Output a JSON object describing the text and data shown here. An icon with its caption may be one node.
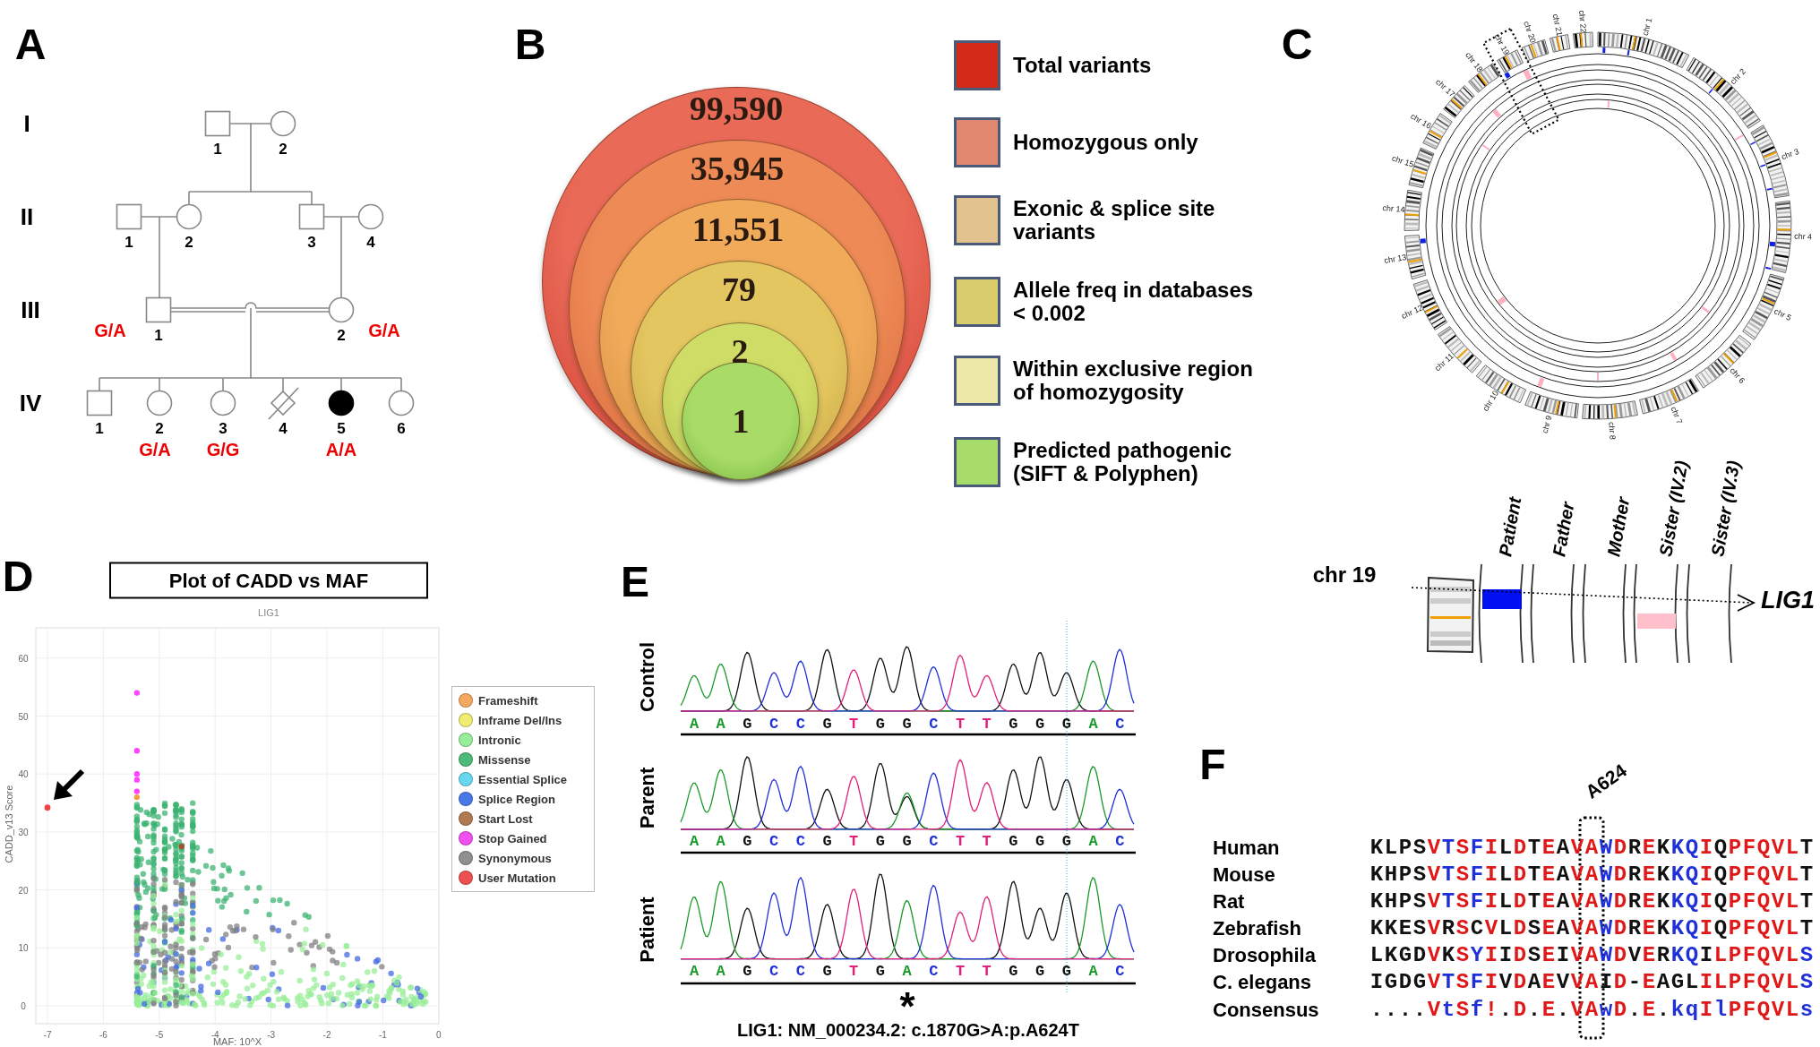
{
  "diagram": {
    "nodes": [
      {
        "text": [
          "99,590"
        ]
      },
      {
        "text": [
          "35,945"
        ],
        "in": 0
      },
      {
        "text": [
          "11,551"
        ],
        "in": 1
      },
      {
        "text": [
          "79"
        ],
        "in": 2
      },
      {
        "text": [
          "2"
        ],
        "in": 3
      },
      {
        "text": [
          "1"
        ],
        "in": 4
      }
    ],
    "labels": [
      "A",
      "I",
      "II",
      "III",
      "IV",
      "1",
      "2",
      "1",
      "2",
      "3",
      "4",
      "G/A",
      "1",
      "2",
      "G/A",
      "1",
      "2",
      "3",
      "4",
      "5",
      "6",
      "G/A",
      "G/G",
      "A/A",
      "B",
      "C",
      "chr 1",
      "chr 2",
      "chr 3",
      "chr 4",
      "chr 5",
      "chr 6",
      "chr 7",
      "chr 9",
      "chr 8",
      "chr 10",
      "chr 11",
      "chr 12",
      "chr 13",
      "chr 14",
      "chr 15",
      "chr 16",
      "chr 17",
      "chr 18",
      "chr 19",
      "chr 20",
      "chr 21",
      "chr 22",
      "chr 19",
      "Patient",
      "Father",
      "Mother",
      "Sister (IV.2)",
      "Sister (IV.3)",
      "LIG1",
      "D",
      "Plot of CADD vs MAF",
      "LIG1",
      "0",
      "10",
      "20",
      "30",
      "40",
      "50",
      "60",
      "-7",
      "-6",
      "-5",
      "-4",
      "-3",
      "-2",
      "-1",
      "0",
      "CADD_v13 Score",
      "MAF: 10^X",
      "E",
      "Control",
      "A A G C C G T G G C T T G G G A C",
      "Parent",
      "A A G C C G T G G C T T G G G A C",
      "Patient",
      "A A G C C G T G A C T T G G G A C",
      "*",
      "LIG1: NM_000234.2: c.1870G>A:p.A624T",
      "F",
      "A624",
      "Human",
      "KLPSVTSFILDTEAVAWDREKKQIQPFQVLT",
      "Mouse",
      "KHPSVTSFILDTEAVAWDREKKQIQPFQVLT",
      "Rat",
      "KHPSVTSFILDTEAVAWDREKKQIQPFQVLT",
      "Zebrafish",
      "KKESVRSCVLDSEAVAWDREKKQIQPFQVLT",
      "Drosophila",
      "LKGDVKSYIIDSEIVAWDVERKQILPFQVLS",
      "C. elegans",
      "IGDGVTSFIVDAEVVAID-EAGLILPFQVLS",
      "Consensus",
      "....VtSf!.D.E.VAwD.E.kqIlPFQVLs"
    ],
    "legend": [
      {
        "text": "Total variants",
        "color": "#d42a1a"
      },
      {
        "text": "Homozygous only",
        "color": "#e08870"
      },
      {
        "text": "Exonic & splice site variants",
        "color": "#e2c28e"
      },
      {
        "text": "Allele freq in databases < 0.002",
        "color": "#d8cc6c"
      },
      {
        "text": "Within exclusive region of homozygosity",
        "color": "#ece9a8"
      },
      {
        "text": "Predicted pathogenic (SIFT & Polyphen)",
        "color": "#a8dc6a"
      },
      {
        "text": "Frameshift",
        "color": "#f4a860"
      },
      {
        "text": "Inframe Del/Ins",
        "color": "#f0ee70"
      },
      {
        "text": "Intronic",
        "color": "#98ee98"
      },
      {
        "text": "Missense",
        "color": "#4cbb7a"
      },
      {
        "text": "Essential Splice",
        "color": "#68d8f0"
      },
      {
        "text": "Splice Region",
        "color": "#4a78e8"
      },
      {
        "text": "Start Lost",
        "color": "#b07a50"
      },
      {
        "text": "Stop Gained",
        "color": "#f050f0"
      },
      {
        "text": "Synonymous",
        "color": "#909090"
      },
      {
        "text": "User Mutation",
        "color": "#ee5050"
      }
    ]
  }
}
